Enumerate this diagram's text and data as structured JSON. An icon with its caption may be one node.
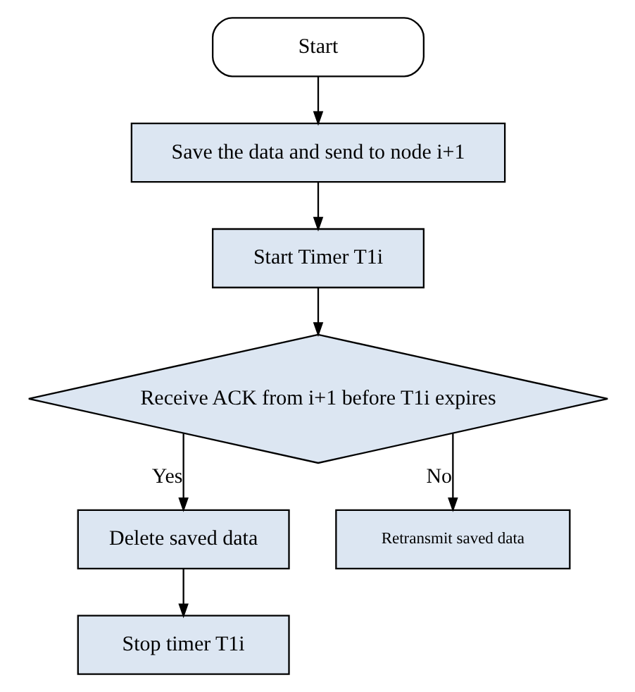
{
  "diagram": {
    "nodes": [
      {
        "text": [
          "Start"
        ]
      },
      {
        "text": [
          "Save the data and send to node i+1"
        ]
      },
      {
        "text": [
          "Start Timer T1i"
        ]
      },
      {
        "text": [
          "Receive ACK from i+1 before T1i expires"
        ]
      },
      {
        "text": [
          "Delete saved data"
        ]
      },
      {
        "text": [
          "Retransmit saved data"
        ]
      },
      {
        "text": [
          "Stop timer T1i"
        ]
      }
    ],
    "edges": [
      {
        "from": 0,
        "to": 1,
        "arrow": "to"
      },
      {
        "from": 1,
        "to": 2,
        "arrow": "to"
      },
      {
        "from": 2,
        "to": 3,
        "arrow": "to"
      },
      {
        "from": 3,
        "to": 4,
        "arrow": "to",
        "label": "Yes"
      },
      {
        "from": 3,
        "to": 5,
        "arrow": "to",
        "label": "No"
      },
      {
        "from": 4,
        "to": 6,
        "arrow": "to"
      }
    ]
  }
}
